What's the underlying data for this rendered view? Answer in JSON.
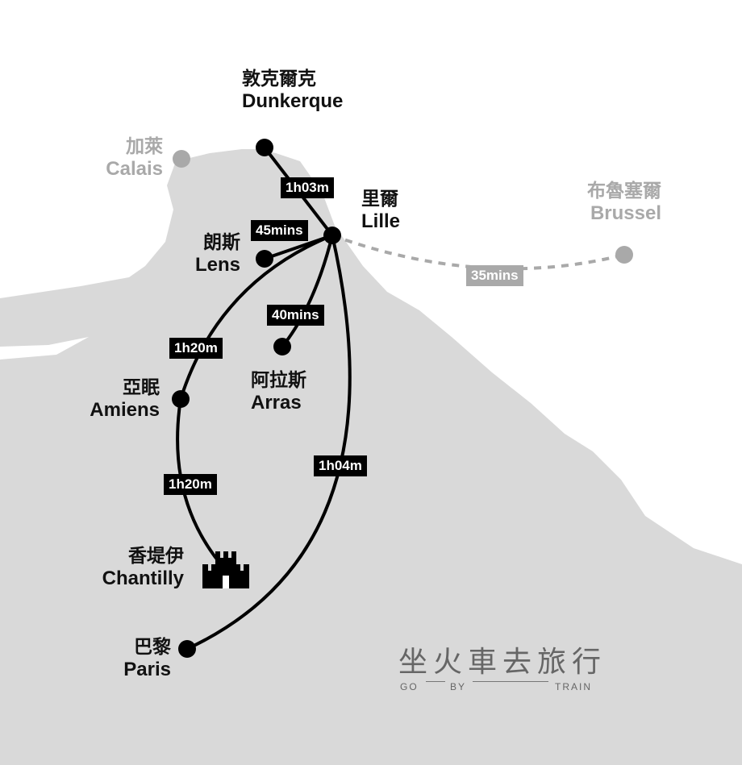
{
  "colors": {
    "land": "#d9d9d9",
    "route": "#000000",
    "faded": "#a9a9a9"
  },
  "cities": {
    "dunkerque": {
      "zh": "敦克爾克",
      "en": "Dunkerque"
    },
    "calais": {
      "zh": "加萊",
      "en": "Calais"
    },
    "lille": {
      "zh": "里爾",
      "en": "Lille"
    },
    "brussel": {
      "zh": "布魯塞爾",
      "en": "Brussel"
    },
    "lens": {
      "zh": "朗斯",
      "en": "Lens"
    },
    "arras": {
      "zh": "阿拉斯",
      "en": "Arras"
    },
    "amiens": {
      "zh": "亞眠",
      "en": "Amiens"
    },
    "chantilly": {
      "zh": "香堤伊",
      "en": "Chantilly"
    },
    "paris": {
      "zh": "巴黎",
      "en": "Paris"
    }
  },
  "durations": {
    "dunkerque_lille": "1h03m",
    "lens_lille": "45mins",
    "lille_brussel": "35mins",
    "lille_arras": "40mins",
    "lille_amiens": "1h20m",
    "amiens_chantilly": "1h20m",
    "lille_paris": "1h04m"
  },
  "icons": {
    "chantilly": "castle-icon"
  },
  "logo": {
    "zh": "坐火車去旅行",
    "en_go": "GO",
    "en_by": "BY",
    "en_train": "TRAIN"
  }
}
